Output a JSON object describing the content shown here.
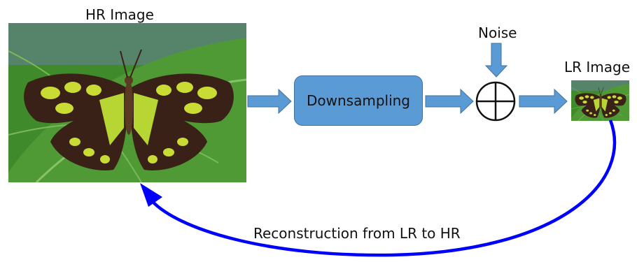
{
  "labels": {
    "hr_image": "HR Image",
    "downsampling": "Downsampling",
    "noise": "Noise",
    "lr_image": "LR Image",
    "reconstruction": "Reconstruction from LR to HR"
  },
  "colors": {
    "block_fill": "#5b9bd5",
    "block_border": "#41719c",
    "arrow_fill": "#5b9bd5",
    "feedback_arrow": "#0000ff",
    "leaf_green": "#3f8a2a",
    "wing_dark": "#3a2118",
    "wing_spot": "#c8dc34"
  },
  "icons": {
    "sum_node": "circle-plus-icon",
    "hr_image": "butterfly-photo",
    "lr_image": "butterfly-photo-small"
  }
}
